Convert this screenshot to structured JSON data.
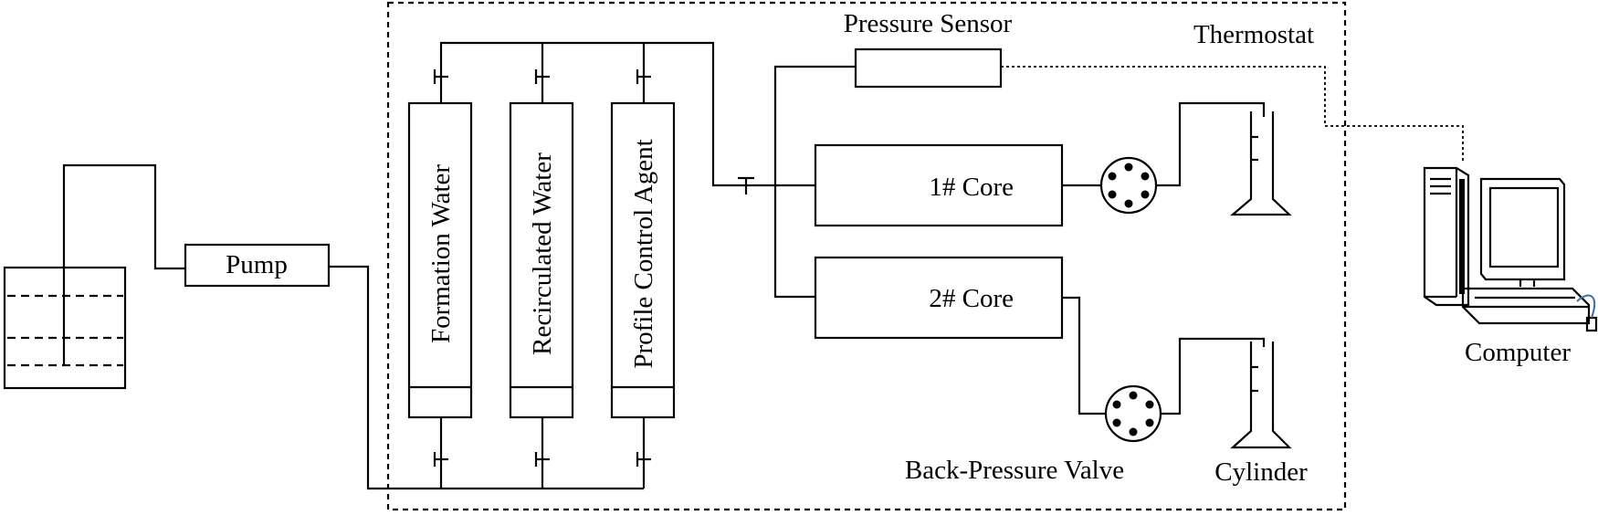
{
  "labels": {
    "pump": "Pump",
    "formation_water": "Formation Water",
    "recirculated_water": "Recirculated Water",
    "profile_control_agent": "Profile Control Agent",
    "pressure_sensor": "Pressure Sensor",
    "thermostat": "Thermostat",
    "core_1": "1# Core",
    "core_2": "2# Core",
    "back_pressure_valve": "Back-Pressure Valve",
    "cylinder": "Cylinder",
    "computer": "Computer"
  },
  "colors": {
    "line": "#000000",
    "cable": "#3a6fb0",
    "background": "#ffffff"
  },
  "icons": {
    "tank": "water-tank-icon",
    "valve": "back-pressure-valve-icon",
    "cylinder": "measuring-cylinder-icon",
    "computer": "desktop-computer-icon"
  }
}
